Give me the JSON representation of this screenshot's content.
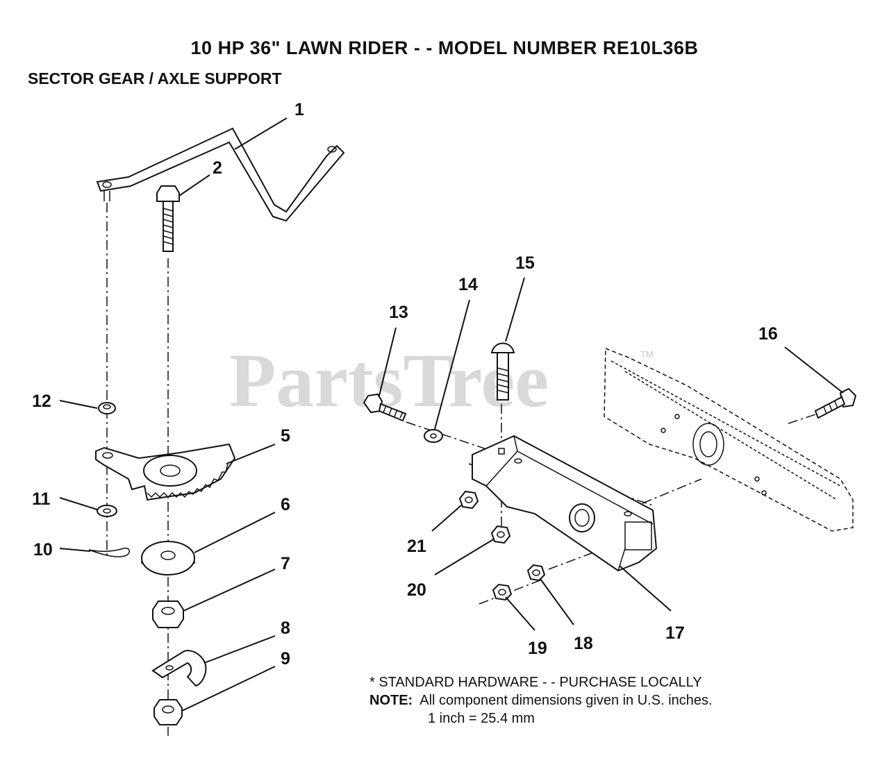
{
  "title": "10 HP 36\" LAWN RIDER - - MODEL NUMBER RE10L36B",
  "subtitle": "SECTOR GEAR / AXLE SUPPORT",
  "watermark": "PartsTree",
  "watermark_mark": "TM",
  "callouts": {
    "c1": "1",
    "c2": "2",
    "c5": "5",
    "c6": "6",
    "c7": "7",
    "c8": "8",
    "c9": "9",
    "c10": "10",
    "c11": "11",
    "c12": "12",
    "c13": "13",
    "c14": "14",
    "c15": "15",
    "c16": "16",
    "c17": "17",
    "c18": "18",
    "c19": "19",
    "c20": "20",
    "c21": "21"
  },
  "notes": {
    "standard_hardware": "* STANDARD HARDWARE - - PURCHASE LOCALLY",
    "note_label": "NOTE:",
    "note_text": "All component dimensions given in U.S. inches.",
    "note_conversion": "1 inch = 25.4 mm"
  }
}
